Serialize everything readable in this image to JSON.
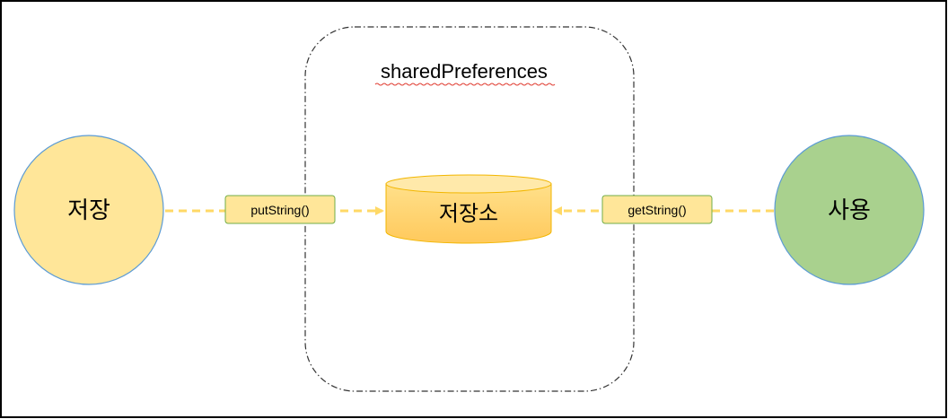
{
  "diagram": {
    "container": {
      "title": "sharedPreferences"
    },
    "nodes": {
      "save": {
        "label": "저장",
        "fill": "#FFE699",
        "stroke": "#5B9BD5"
      },
      "storage": {
        "label": "저장소",
        "fill": "#FFD27F",
        "stroke": "#F2B600"
      },
      "use": {
        "label": "사용",
        "fill": "#A9D18E",
        "stroke": "#5B9BD5"
      }
    },
    "methods": {
      "put": {
        "label": "putString()",
        "fill": "#FFE699",
        "stroke": "#70AD47"
      },
      "get": {
        "label": "getString()",
        "fill": "#FFE699",
        "stroke": "#70AD47"
      }
    },
    "colors": {
      "arrow": "#FFD966",
      "frame": "#000000",
      "spellcheck": "#E03C31"
    }
  }
}
